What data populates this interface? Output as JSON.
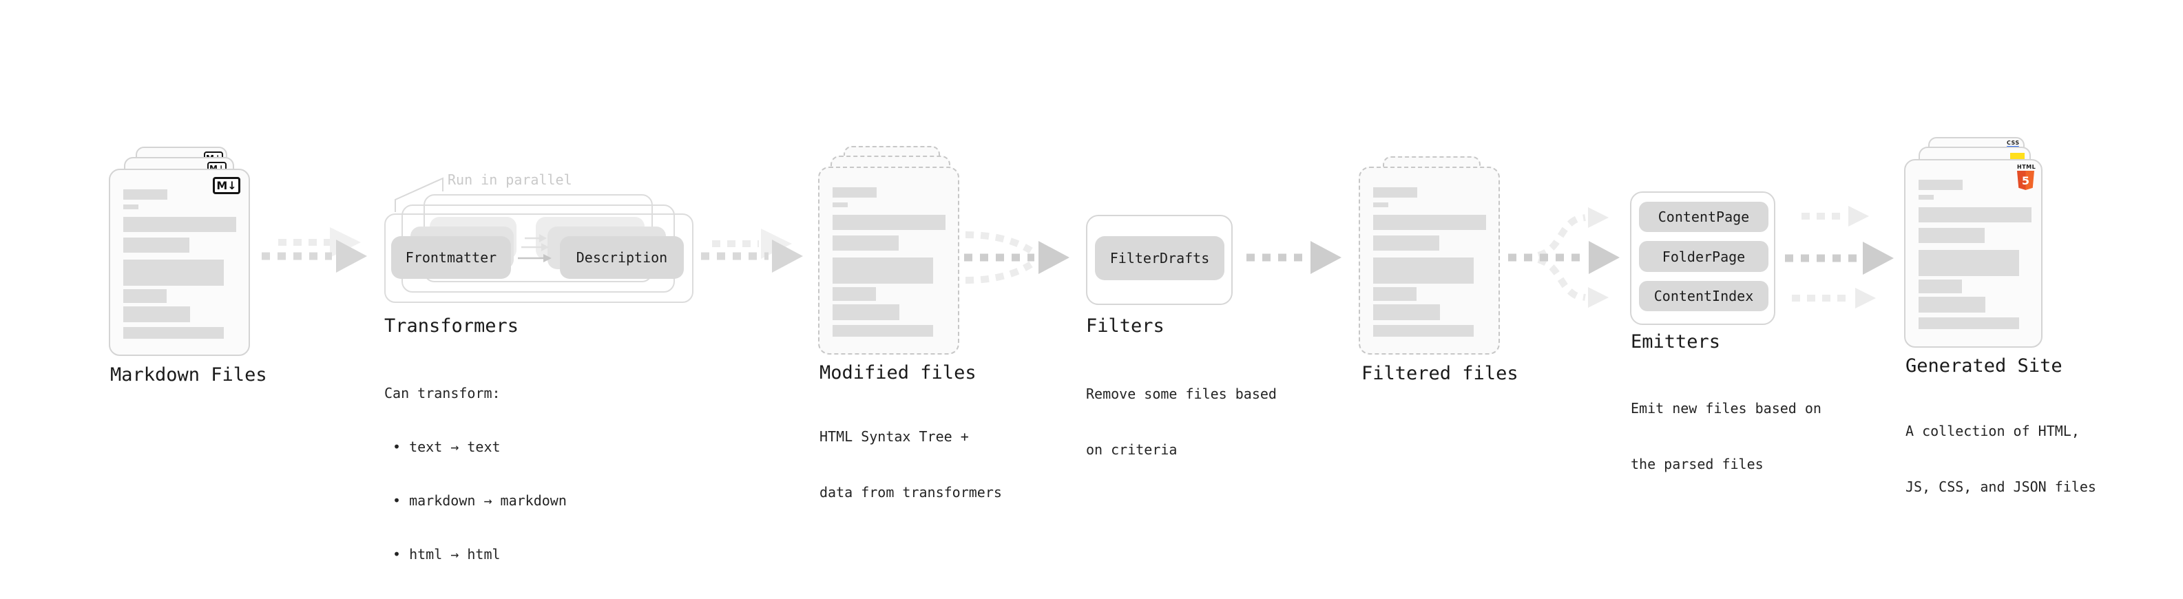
{
  "nodes": {
    "markdown": {
      "title": "Markdown Files",
      "badge": "M↓"
    },
    "transformers": {
      "title": "Transformers",
      "annotation": "Run in parallel",
      "pills": [
        "Frontmatter",
        "Description"
      ],
      "notes": [
        "Can transform:",
        "• text → text",
        "• markdown → markdown",
        "• html → html"
      ]
    },
    "modified": {
      "title": "Modified files",
      "notes": [
        "HTML Syntax Tree +",
        "data from transformers"
      ]
    },
    "filters": {
      "title": "Filters",
      "pills": [
        "FilterDrafts"
      ],
      "notes": [
        "Remove some files based",
        "on criteria"
      ]
    },
    "filtered": {
      "title": "Filtered files"
    },
    "emitters": {
      "title": "Emitters",
      "pills": [
        "ContentPage",
        "FolderPage",
        "ContentIndex"
      ],
      "notes": [
        "Emit new files based on",
        "the parsed files"
      ]
    },
    "generated": {
      "title": "Generated Site",
      "notes": [
        "A collection of HTML,",
        "JS, CSS, and JSON files"
      ],
      "badges": {
        "css": "CSS",
        "html_label": "HTML",
        "html_number": "5"
      }
    }
  },
  "colors": {
    "html5_orange": "#e44d26",
    "html5_orange_light": "#f16529",
    "js_yellow": "#ffdf1b",
    "css_blue": "#2563eb",
    "arrow_gray": "#cdcdcd",
    "arrow_light": "#ececec",
    "pill_gray": "#d9d9d9"
  }
}
